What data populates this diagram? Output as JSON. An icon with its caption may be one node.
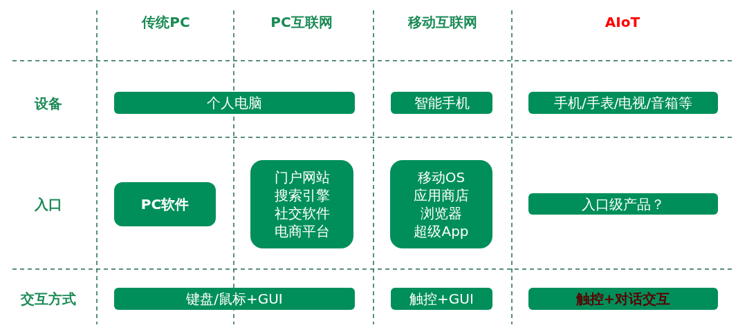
{
  "diagram": {
    "nodes": [
      {
        "text": [
          "个人电脑"
        ]
      },
      {
        "text": [
          "智能手机"
        ]
      },
      {
        "text": [
          "手机/手表/电视/音箱等"
        ]
      },
      {
        "text": [
          "PC软件"
        ]
      },
      {
        "text": [
          "门户网站",
          "搜索引擎",
          "社交软件",
          "电商平台"
        ]
      },
      {
        "text": [
          "移动OS",
          "应用商店",
          "浏览器",
          "超级App"
        ]
      },
      {
        "text": [
          "入口级产品？"
        ]
      },
      {
        "text": [
          "键盘/鼠标+GUI"
        ]
      },
      {
        "text": [
          "触控+GUI"
        ]
      },
      {
        "text": [
          "触控+对话交互"
        ]
      }
    ],
    "labels": [
      "传统PC",
      "PC互联网",
      "移动互联网",
      "AIoT",
      "设备",
      "入口",
      "交互方式"
    ]
  }
}
